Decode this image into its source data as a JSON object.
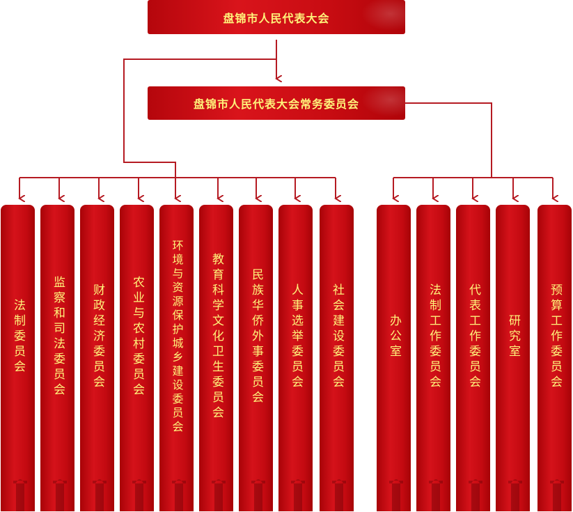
{
  "top_box": {
    "label": "盘锦市人民代表大会"
  },
  "second_box": {
    "label": "盘锦市人民代表大会常务委员会"
  },
  "left_committees": [
    "法制委员会",
    "监察和司法委员会",
    "财政经济委员会",
    "农业与农村委员会",
    "环境与资源保护城乡建设委员会",
    "教育科学文化卫生委员会",
    "民族华侨外事委员会",
    "人事选举委员会",
    "社会建设委员会"
  ],
  "right_offices": [
    "办公室",
    "法制工作委员会",
    "代表工作委员会",
    "研究室",
    "预算工作委员会"
  ],
  "colors": {
    "box_red": "#c80c12",
    "line_red": "#b51a22",
    "text_yellow": "#fff27a"
  }
}
